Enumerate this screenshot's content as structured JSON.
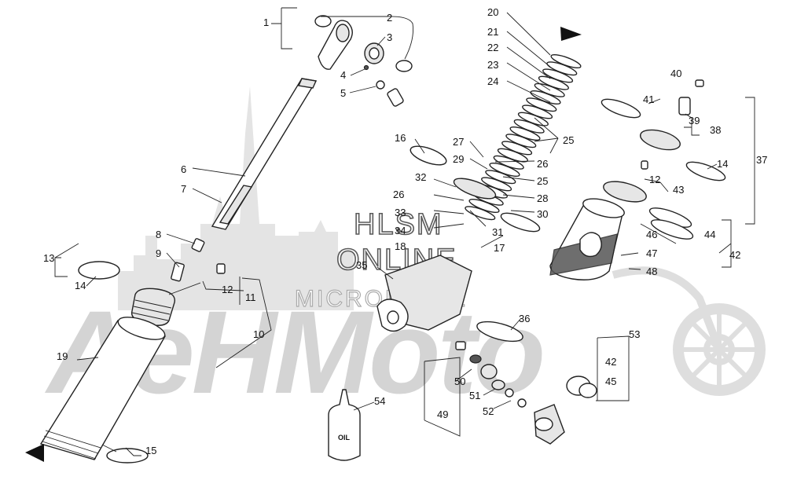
{
  "watermark": {
    "brand": "AeHMoto",
    "line1": "HLSM",
    "line2": "ONLINE",
    "line3": "MICROFICHE"
  },
  "labels": {
    "oil": "OIL"
  },
  "callouts": [
    "1",
    "2",
    "3",
    "4",
    "5",
    "6",
    "7",
    "8",
    "9",
    "10",
    "11",
    "12",
    "13",
    "14",
    "15",
    "16",
    "17",
    "18",
    "19",
    "20",
    "21",
    "22",
    "23",
    "24",
    "25",
    "26",
    "27",
    "28",
    "29",
    "30",
    "31",
    "32",
    "33",
    "34",
    "35",
    "36",
    "37",
    "38",
    "39",
    "40",
    "41",
    "42",
    "43",
    "44",
    "45",
    "46",
    "47",
    "48",
    "49",
    "50",
    "51",
    "52",
    "53",
    "54",
    "25",
    "26",
    "14",
    "12",
    "42"
  ]
}
